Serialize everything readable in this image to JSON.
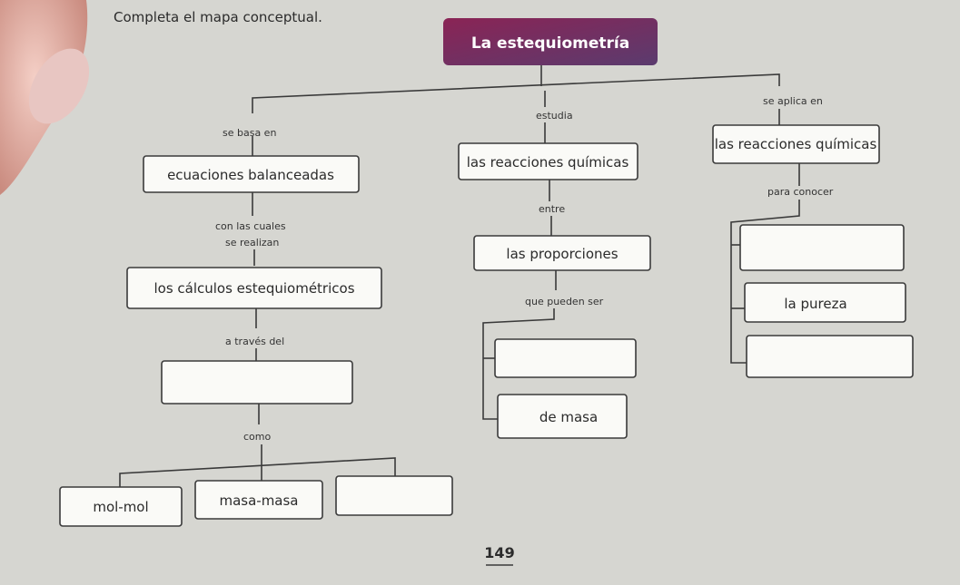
{
  "instruction": "Completa el mapa conceptual.",
  "root": "La estequiometría",
  "links": {
    "se_basa_en": "se basa en",
    "estudia": "estudia",
    "se_aplica_en": "se aplica en",
    "con_las_cuales": "con las cuales",
    "se_realizan": "se realizan",
    "entre": "entre",
    "para_conocer": "para conocer",
    "que_pueden_ser": "que pueden ser",
    "a_traves_del": "a través del",
    "como": "como"
  },
  "nodes": {
    "ecuaciones": "ecuaciones balanceadas",
    "reacciones_mid": "las reacciones químicas",
    "reacciones_right": "las reacciones químicas",
    "proporciones": "las proporciones",
    "calculos": "los cálculos estequiométricos",
    "pureza": "la pureza",
    "de_masa": "de masa",
    "mol_mol": "mol-mol",
    "masa_masa": "masa-masa"
  },
  "page_number": "149",
  "colors": {
    "title_box_start": "#8a2455",
    "title_box_end": "#5b3b6e"
  }
}
